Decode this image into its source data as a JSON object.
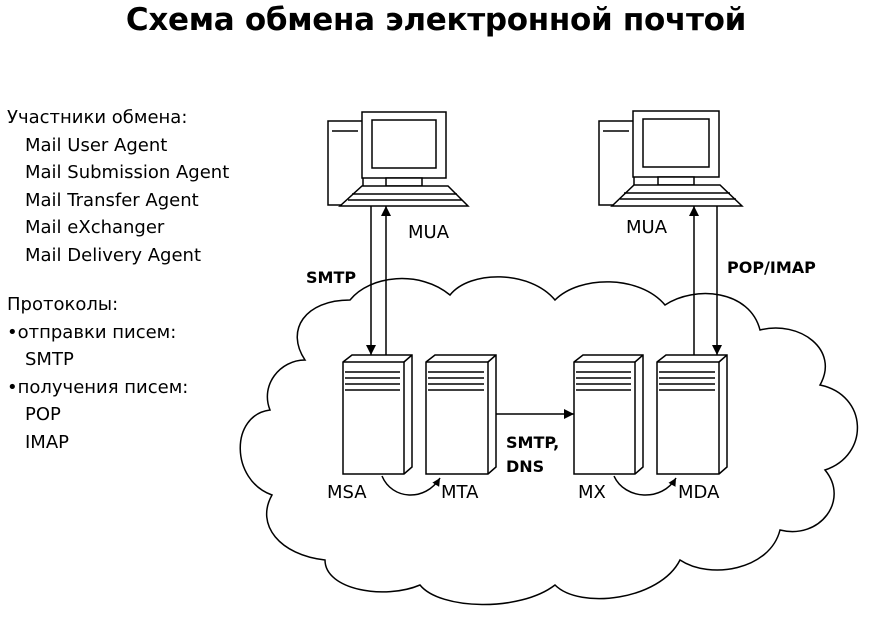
{
  "title": "Схема обмена электронной почтой",
  "participants": {
    "heading": "Участники обмена:",
    "items": [
      "Mail User Agent",
      "Mail Submission Agent",
      "Mail Transfer Agent",
      "Mail eXchanger",
      "Mail Delivery Agent"
    ]
  },
  "protocols": {
    "heading": "Протоколы:",
    "send_heading": "•отправки писем:",
    "send_items": [
      "SMTP"
    ],
    "receive_heading": "•получения писем:",
    "receive_items": [
      "POP",
      "IMAP"
    ]
  },
  "diagram": {
    "computers": {
      "left": "MUA",
      "right": "MUA"
    },
    "servers": [
      "MSA",
      "MTA",
      "MX",
      "MDA"
    ],
    "edges": {
      "mua_msa": "SMTP",
      "mta_mx_line1": "SMTP,",
      "mta_mx_line2": "DNS",
      "mda_mua": "POP/IMAP"
    }
  }
}
